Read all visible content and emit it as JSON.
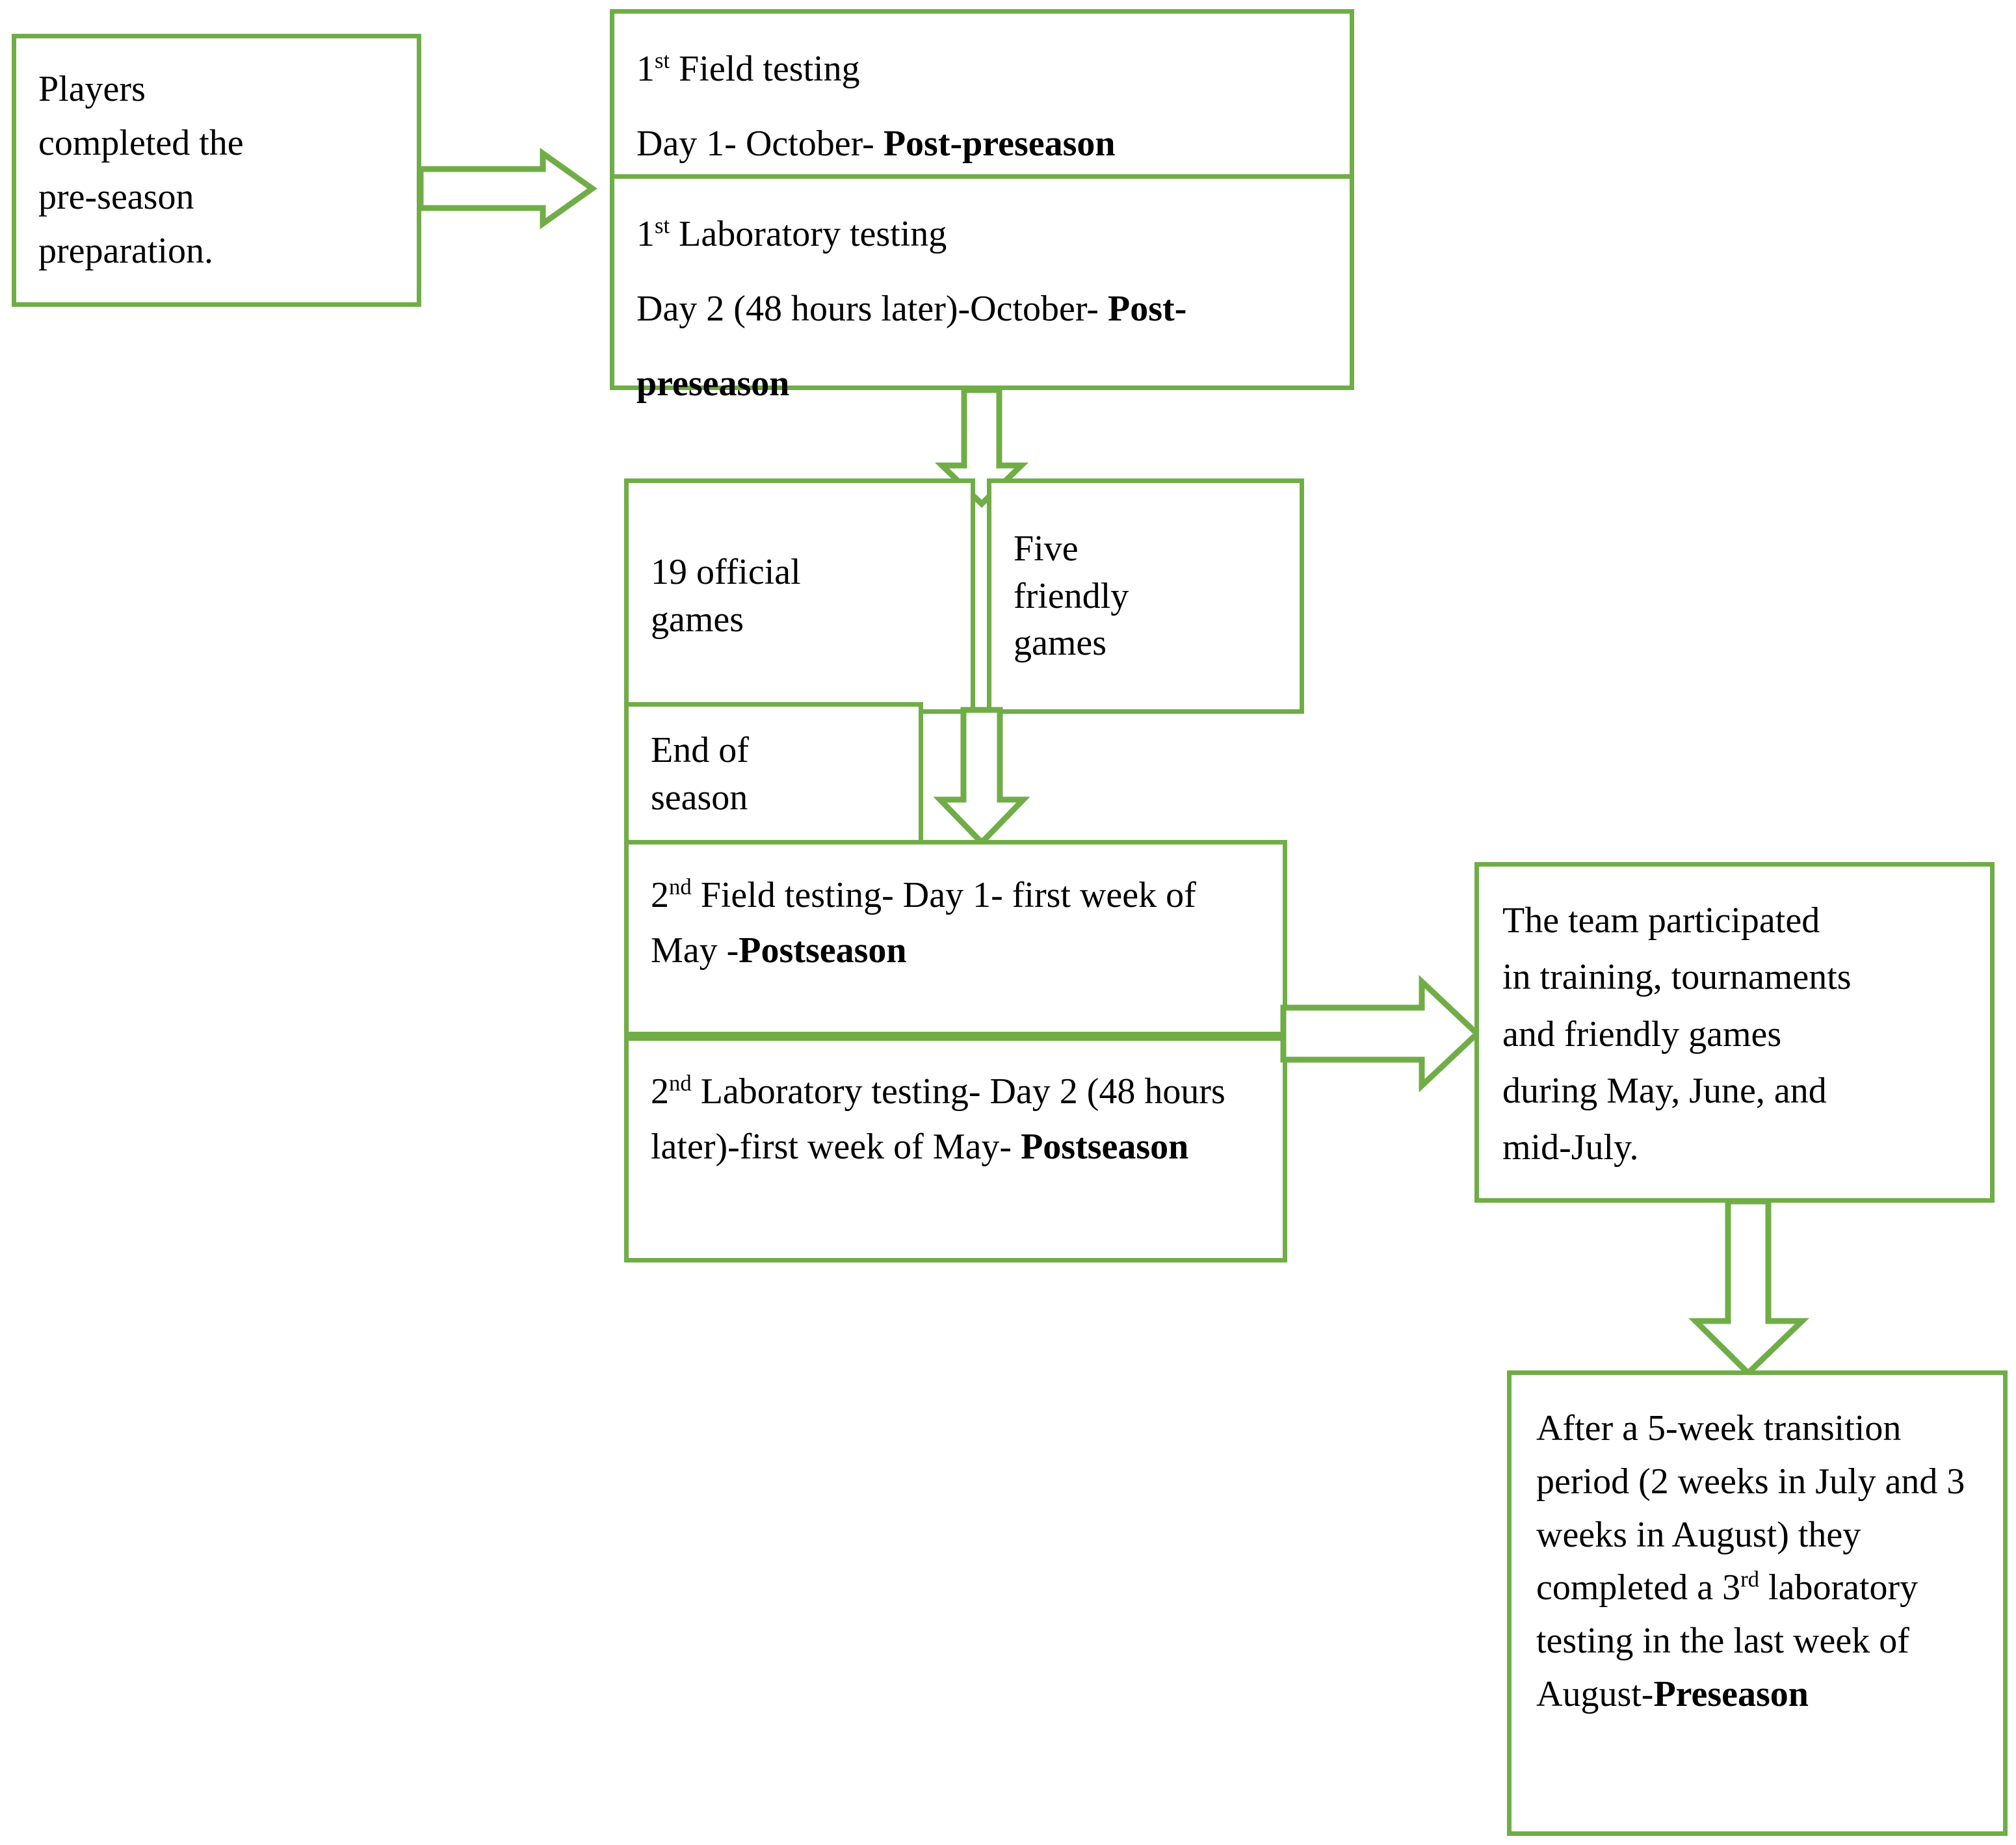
{
  "diagram": {
    "title": "Study testing timeline flowchart",
    "accent_color": "#70AD47",
    "text_color": "#000000",
    "background_color": "#FFFFFF",
    "nodes": {
      "players_preseason": {
        "name": "players-completed-preseason",
        "lines": [
          "Players",
          "completed the",
          "pre-season",
          "preparation."
        ],
        "text": "Players completed the pre-season preparation."
      },
      "field_testing_1": {
        "name": "first-field-testing",
        "line1_pre": "1",
        "line1_sup": "st",
        "line1_post": " Field testing",
        "line2_plain": "Day 1- October- ",
        "line2_bold": "Post-preseason",
        "text": "1st Field testing / Day 1- October- Post-preseason"
      },
      "lab_testing_1": {
        "name": "first-laboratory-testing",
        "line1_pre": "1",
        "line1_sup": "st",
        "line1_post": " Laboratory testing",
        "line2_plain": "Day 2 (48 hours later)-October-",
        "line2_bold": "Post-preseason",
        "text": "1st Laboratory testing / Day 2 (48 hours later)-October- Post-preseason"
      },
      "official_games": {
        "name": "official-games",
        "lines": [
          "19 official",
          "games"
        ],
        "text": "19 official games"
      },
      "friendly_games": {
        "name": "friendly-games",
        "lines": [
          "Five",
          "friendly",
          "games"
        ],
        "text": "Five friendly games"
      },
      "end_of_season": {
        "name": "end-of-season",
        "lines": [
          "End of",
          "season"
        ],
        "text": "End of season"
      },
      "field_testing_2": {
        "name": "second-field-testing",
        "pre": "2",
        "sup": "nd",
        "plain": " Field testing- Day 1- first week of May -",
        "bold": "Postseason",
        "text": "2nd Field testing- Day 1- first week of May -Postseason"
      },
      "lab_testing_2": {
        "name": "second-laboratory-testing",
        "pre": "2",
        "sup": "nd",
        "plain": " Laboratory testing- Day 2 (48 hours later)-first week of May- ",
        "bold": "Postseason",
        "text": "2nd Laboratory testing- Day 2 (48 hours later)-first week of May- Postseason"
      },
      "team_participated": {
        "name": "team-participation-summary",
        "lines": [
          "The team participated",
          "in training, tournaments",
          "and friendly games",
          "during May, June, and",
          "mid-July."
        ],
        "text": "The team participated in training, tournaments and friendly games during May, June, and mid-July."
      },
      "transition_period": {
        "name": "transition-period-third-testing",
        "part1": "After a 5-week transition period (2 weeks in July and 3 weeks in August) they completed a 3",
        "sup": "rd",
        "part2": " laboratory testing in the last week of August-",
        "bold": "Preseason",
        "text": "After a 5-week transition period (2 weeks in July and 3 weeks in August) they completed a 3rd laboratory testing in the last week of August-Preseason"
      }
    },
    "connectors": [
      {
        "name": "arrow-players-to-field-testing",
        "direction": "right"
      },
      {
        "name": "arrow-lab-testing-to-games",
        "direction": "down"
      },
      {
        "name": "arrow-games-to-second-field-testing",
        "direction": "down"
      },
      {
        "name": "arrow-second-testing-to-team-participation",
        "direction": "right"
      },
      {
        "name": "arrow-team-participation-to-transition",
        "direction": "down"
      }
    ]
  }
}
